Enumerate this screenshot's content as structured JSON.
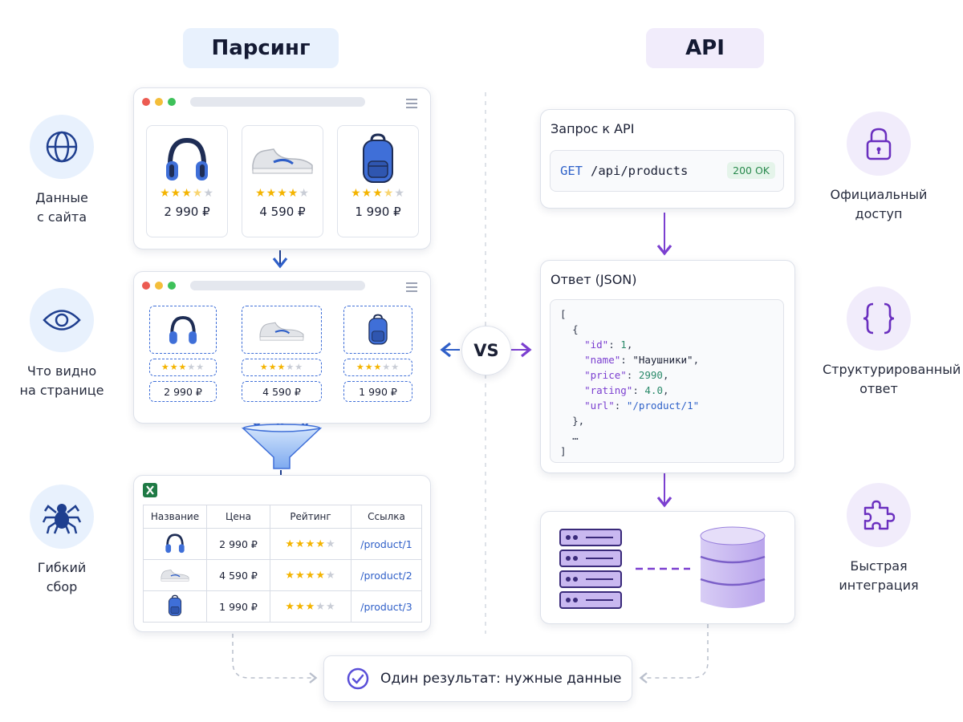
{
  "parsing": {
    "title": "Парсинг"
  },
  "api": {
    "title": "API"
  },
  "left_features": [
    {
      "icon": "globe-icon",
      "label_line1": "Данные",
      "label_line2": "с сайта"
    },
    {
      "icon": "eye-icon",
      "label_line1": "Что видно",
      "label_line2": "на странице"
    },
    {
      "icon": "spider-icon",
      "label_line1": "Гибкий",
      "label_line2": "сбор"
    }
  ],
  "right_features": [
    {
      "icon": "lock-icon",
      "label_line1": "Официальный",
      "label_line2": "доступ"
    },
    {
      "icon": "curly-braces-icon",
      "label_line1": "Структурированный",
      "label_line2": "ответ"
    },
    {
      "icon": "puzzle-icon",
      "label_line1": "Быстрая",
      "label_line2": "интеграция"
    }
  ],
  "products": [
    {
      "icon": "headphones-icon",
      "rating": 3.5,
      "price": "2 990 ₽"
    },
    {
      "icon": "sneaker-icon",
      "rating": 4,
      "price": "4 590 ₽"
    },
    {
      "icon": "backpack-icon",
      "rating": 3.5,
      "price": "1 990 ₽"
    }
  ],
  "extracted": [
    {
      "icon": "headphones-icon",
      "rating": 3,
      "price": "2 990 ₽"
    },
    {
      "icon": "sneaker-icon",
      "rating": 3,
      "price": "4 590 ₽"
    },
    {
      "icon": "backpack-icon",
      "rating": 3,
      "price": "1 990 ₽"
    }
  ],
  "table": {
    "headers": [
      "Название",
      "Цена",
      "Рейтинг",
      "Ссылка"
    ],
    "rows": [
      {
        "icon": "headphones-icon",
        "price": "2 990 ₽",
        "rating": 4,
        "link": "/product/1"
      },
      {
        "icon": "sneaker-icon",
        "price": "4 590 ₽",
        "rating": 4,
        "link": "/product/2"
      },
      {
        "icon": "backpack-icon",
        "price": "1 990 ₽",
        "rating": 3,
        "link": "/product/3"
      }
    ]
  },
  "request": {
    "title": "Запрос к API",
    "method": "GET",
    "path": "/api/products",
    "status": "200 OK"
  },
  "response": {
    "title": "Ответ (JSON)",
    "open_bracket": "[",
    "open_brace": "{",
    "fields": [
      {
        "key": "\"id\"",
        "value": "1",
        "kind": "number"
      },
      {
        "key": "\"name\"",
        "value": "\"Наушники\"",
        "kind": "string"
      },
      {
        "key": "\"price\"",
        "value": "2990",
        "kind": "number"
      },
      {
        "key": "\"rating\"",
        "value": "4.0",
        "kind": "number"
      },
      {
        "key": "\"url\"",
        "value": "\"/product/1\"",
        "kind": "link"
      }
    ],
    "close_brace": "},",
    "ellipsis": "…",
    "close_bracket": "]"
  },
  "vs_label": "VS",
  "result_label": "Один результат: нужные данные",
  "colors": {
    "parsing_accent": "#2f5fc8",
    "api_accent": "#7b3fd0",
    "parsing_title_bg": "#e8f1fd",
    "api_title_bg": "#f1ecfb",
    "star": "#f4b400",
    "window_dots": [
      "#ec5b52",
      "#f4be3a",
      "#3ec15a"
    ]
  }
}
